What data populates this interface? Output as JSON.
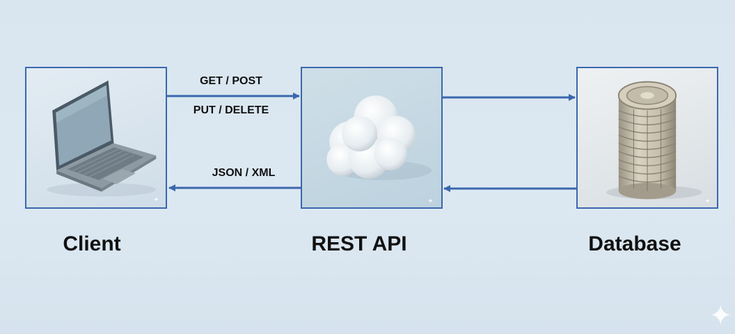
{
  "nodes": {
    "client": {
      "title": "Client",
      "icon": "laptop-icon"
    },
    "api": {
      "title": "REST API",
      "icon": "cloud-icon"
    },
    "database": {
      "title": "Database",
      "icon": "database-server-icon"
    }
  },
  "labels": {
    "request_methods_1": "GET / POST",
    "request_methods_2": "PUT / DELETE",
    "response_formats": "JSON / XML"
  },
  "colors": {
    "arrow": "#3a67ad",
    "border": "#3a67ad",
    "background": "#d9e6f0"
  }
}
